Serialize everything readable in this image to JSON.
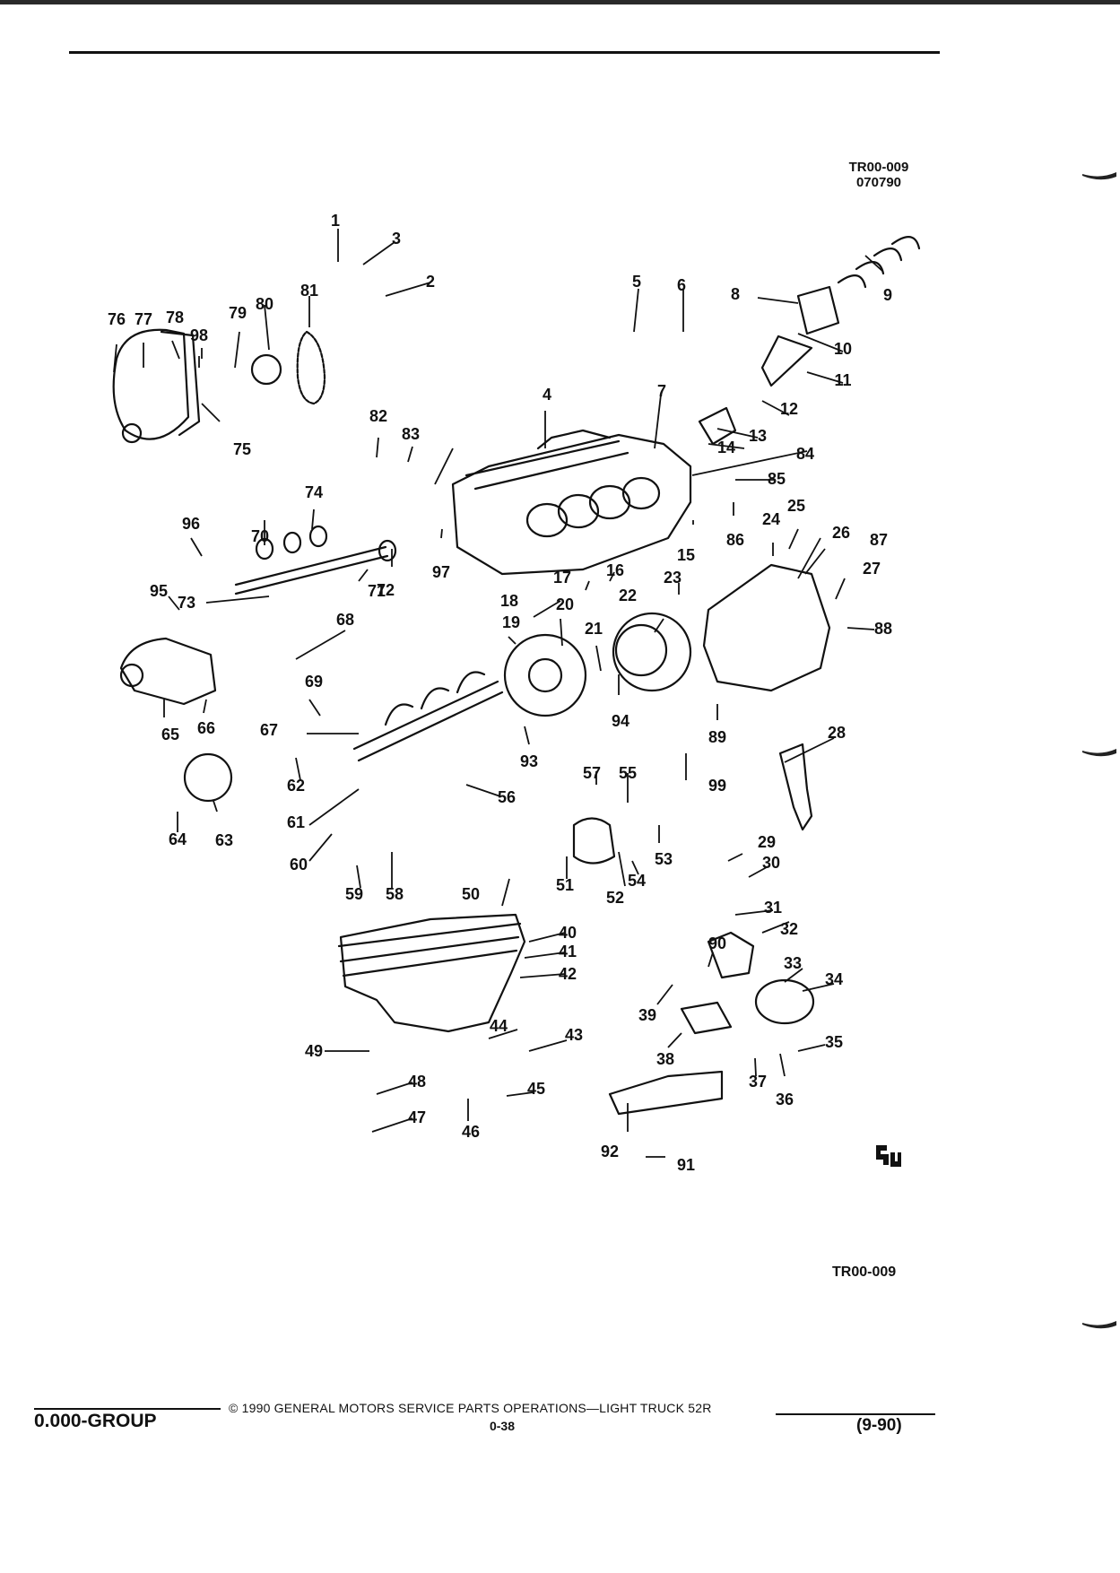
{
  "header": {
    "code_line1": "TR00-009",
    "code_line2": "070790"
  },
  "figure": {
    "code_bottom": "TR00-009",
    "callouts": [
      "1",
      "2",
      "3",
      "4",
      "5",
      "6",
      "7",
      "8",
      "9",
      "10",
      "11",
      "12",
      "13",
      "14",
      "15",
      "16",
      "17",
      "18",
      "19",
      "20",
      "21",
      "22",
      "23",
      "24",
      "25",
      "26",
      "27",
      "28",
      "29",
      "30",
      "31",
      "32",
      "33",
      "34",
      "35",
      "36",
      "37",
      "38",
      "39",
      "40",
      "41",
      "42",
      "43",
      "44",
      "45",
      "46",
      "47",
      "48",
      "49",
      "50",
      "51",
      "52",
      "53",
      "54",
      "55",
      "56",
      "57",
      "58",
      "59",
      "60",
      "61",
      "62",
      "63",
      "64",
      "65",
      "66",
      "67",
      "68",
      "69",
      "70",
      "71",
      "72",
      "73",
      "74",
      "75",
      "76",
      "77",
      "78",
      "79",
      "80",
      "81",
      "82",
      "83",
      "84",
      "85",
      "86",
      "87",
      "88",
      "89",
      "90",
      "91",
      "92",
      "93",
      "94",
      "95",
      "96",
      "97",
      "98",
      "99"
    ]
  },
  "footer": {
    "group": "0.000-GROUP",
    "copyright": "© 1990 GENERAL MOTORS SERVICE PARTS OPERATIONS—LIGHT TRUCK 52R",
    "page": "0-38",
    "revision": "(9-90)"
  },
  "logo_icon": "gm-spo-logo-icon"
}
